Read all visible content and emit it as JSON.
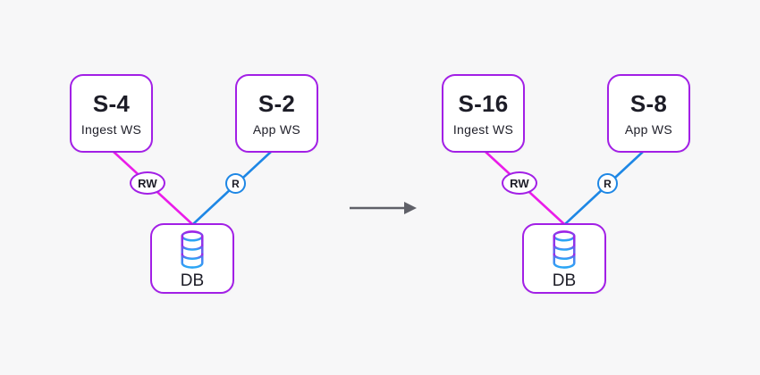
{
  "colors": {
    "background": "#f7f7f8",
    "node-border": "#a21fe6",
    "write-line": "#ea1ce9",
    "read-line": "#1e87e5",
    "text": "#1d1d27",
    "arrow": "#5f6068",
    "db-icon-top": "#a21fe6",
    "db-icon-bottom": "#2aa7f5"
  },
  "before": {
    "ingest_node": {
      "title": "S-4",
      "subtitle": "Ingest WS"
    },
    "app_node": {
      "title": "S-2",
      "subtitle": "App WS"
    },
    "db_node": {
      "label": "DB"
    },
    "write_badge": "RW",
    "read_badge": "R"
  },
  "after": {
    "ingest_node": {
      "title": "S-16",
      "subtitle": "Ingest WS"
    },
    "app_node": {
      "title": "S-8",
      "subtitle": "App WS"
    },
    "db_node": {
      "label": "DB"
    },
    "write_badge": "RW",
    "read_badge": "R"
  }
}
